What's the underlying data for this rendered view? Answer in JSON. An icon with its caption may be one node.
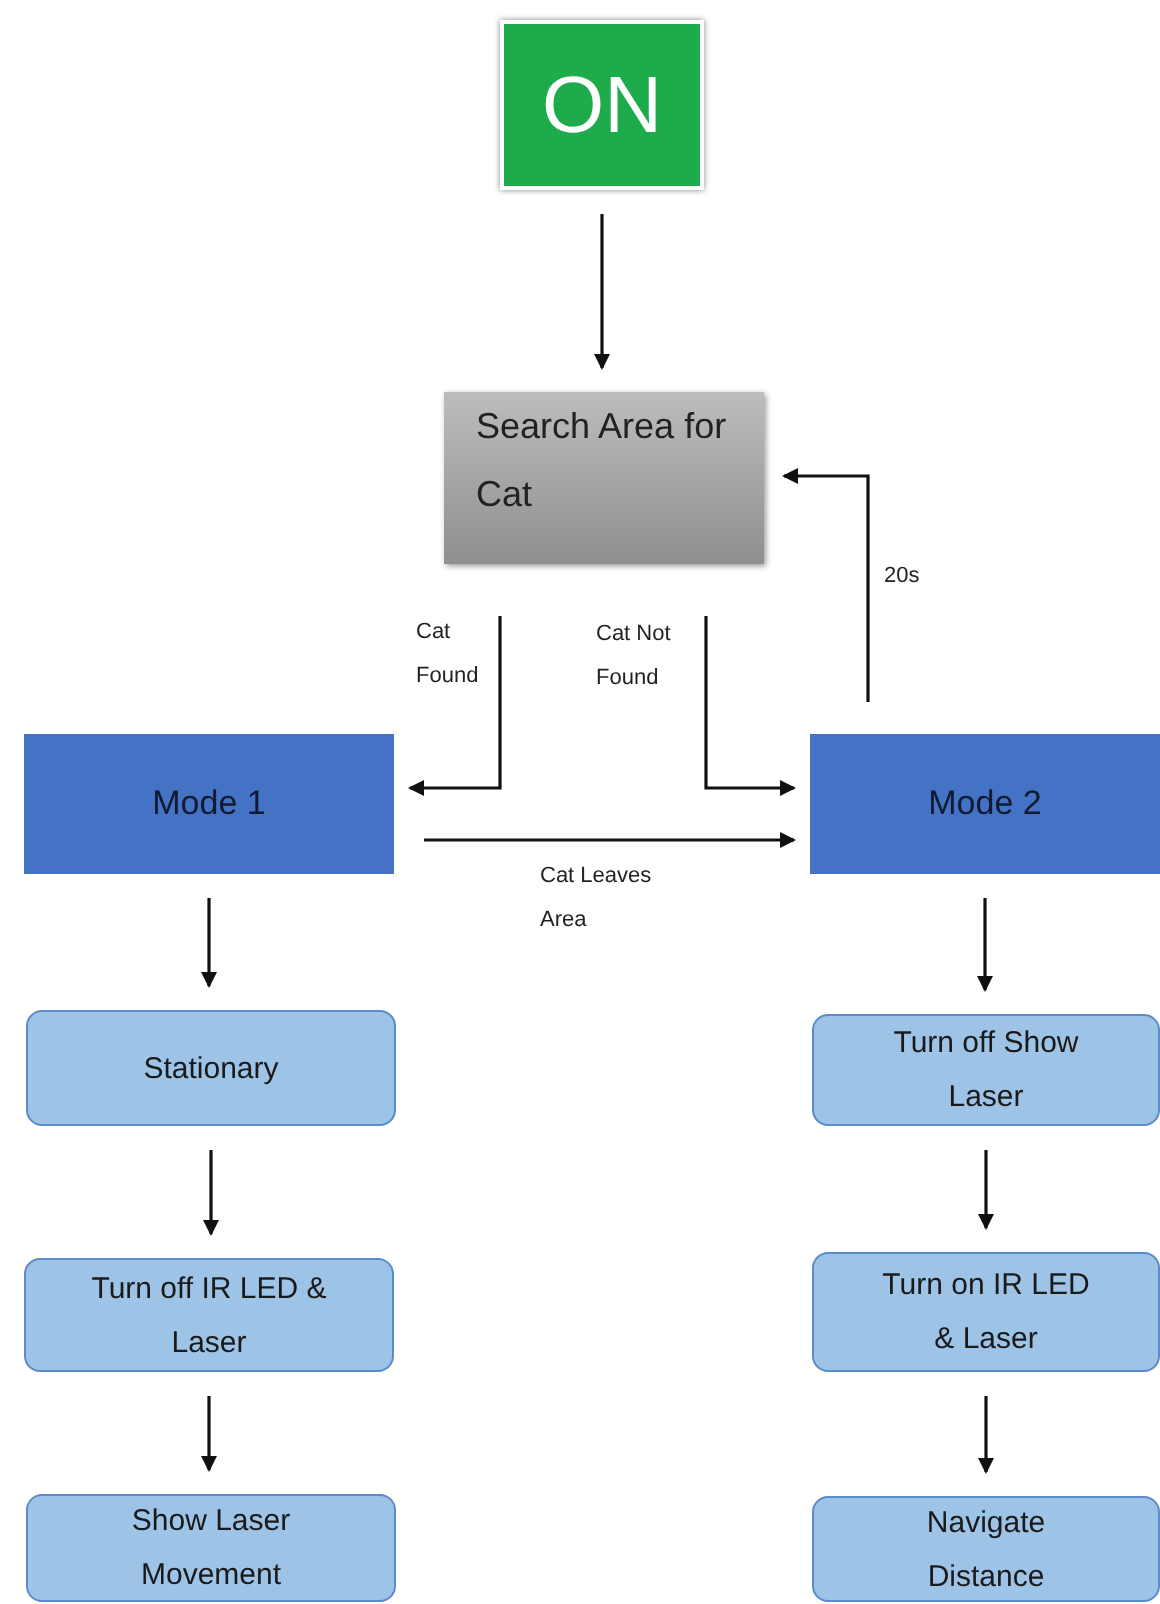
{
  "diagram": {
    "nodes": [
      {
        "text": [
          "ON"
        ]
      },
      {
        "text": [
          "Search Area for Cat"
        ]
      },
      {
        "text": [
          "Mode 1"
        ]
      },
      {
        "text": [
          "Mode 2"
        ]
      },
      {
        "text": [
          "Stationary"
        ]
      },
      {
        "text": [
          "Turn off IR LED & Laser"
        ]
      },
      {
        "text": [
          "Show Laser Movement"
        ]
      },
      {
        "text": [
          "Turn off Show Laser"
        ]
      },
      {
        "text": [
          "Turn on IR LED & Laser"
        ]
      },
      {
        "text": [
          "Navigate Distance"
        ]
      }
    ],
    "edges": [
      {
        "from": 0,
        "to": 1,
        "arrow": "to"
      },
      {
        "from": 1,
        "to": 2,
        "arrow": "to",
        "label": "Cat Found"
      },
      {
        "from": 1,
        "to": 3,
        "arrow": "to",
        "label": "Cat Not Found"
      },
      {
        "from": 2,
        "to": 3,
        "arrow": "to",
        "label": "Cat Leaves Area"
      },
      {
        "from": 3,
        "to": 1,
        "arrow": "to",
        "label": "20s"
      },
      {
        "from": 2,
        "to": 4,
        "arrow": "to"
      },
      {
        "from": 4,
        "to": 5,
        "arrow": "to"
      },
      {
        "from": 5,
        "to": 6,
        "arrow": "to"
      },
      {
        "from": 3,
        "to": 7,
        "arrow": "to"
      },
      {
        "from": 7,
        "to": 8,
        "arrow": "to"
      },
      {
        "from": 8,
        "to": 9,
        "arrow": "to"
      }
    ]
  }
}
